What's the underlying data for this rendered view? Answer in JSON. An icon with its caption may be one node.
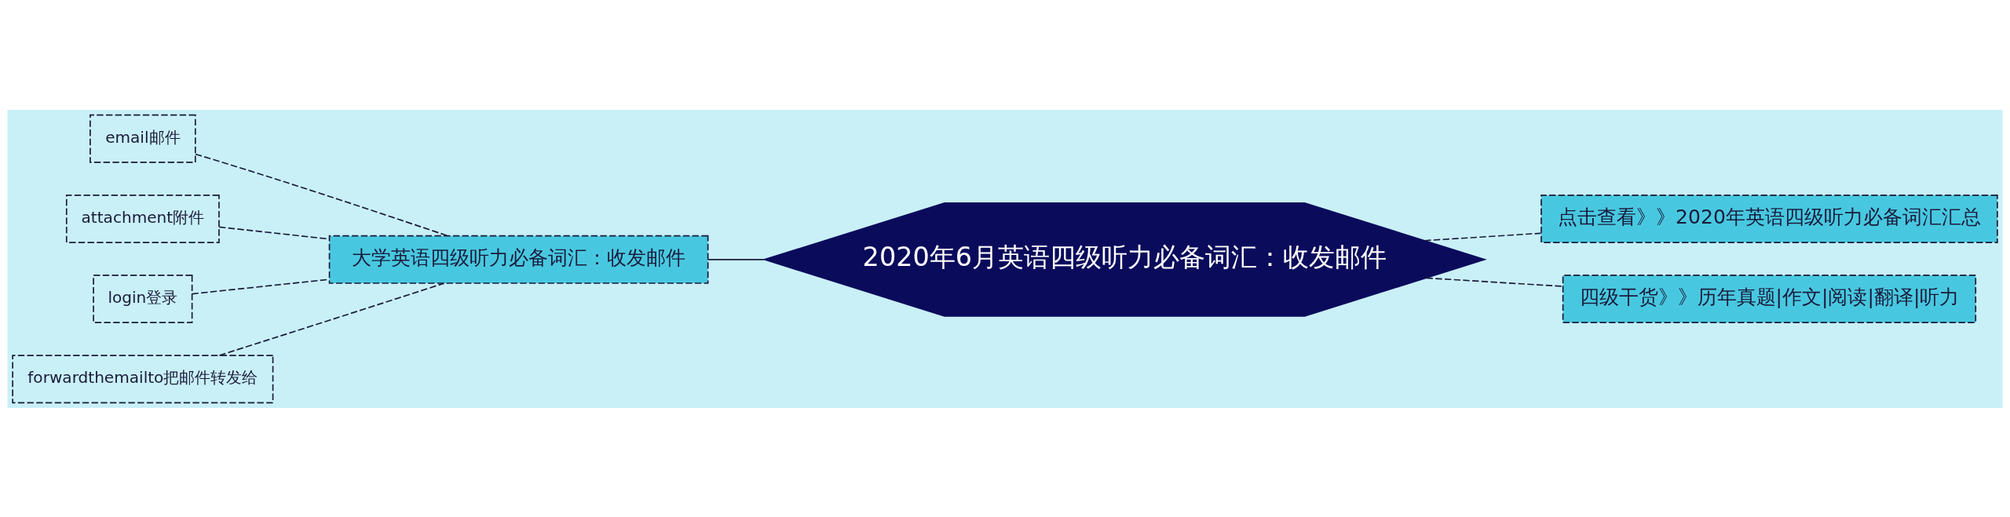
{
  "diagram": {
    "nodes": [
      {
        "text": [
          "2020年6月英语四级听力必备词汇：收发邮件"
        ]
      },
      {
        "text": [
          "大学英语四级听力必备词汇：收发邮件"
        ]
      },
      {
        "text": [
          "email邮件"
        ]
      },
      {
        "text": [
          "attachment附件"
        ]
      },
      {
        "text": [
          "login登录"
        ]
      },
      {
        "text": [
          "forwardthemailto把邮件转发给"
        ]
      },
      {
        "text": [
          "点击查看》》2020年英语四级听力必备词汇汇总"
        ]
      },
      {
        "text": [
          "四级干货》》历年真题|作文|阅读|翻译|听力"
        ]
      }
    ],
    "edges": [
      {
        "from": 0,
        "to": 1,
        "arrow": "none"
      },
      {
        "from": 1,
        "to": 2,
        "arrow": "none",
        "style": "dashed"
      },
      {
        "from": 1,
        "to": 3,
        "arrow": "none",
        "style": "dashed"
      },
      {
        "from": 1,
        "to": 4,
        "arrow": "none",
        "style": "dashed"
      },
      {
        "from": 1,
        "to": 5,
        "arrow": "none",
        "style": "dashed"
      },
      {
        "from": 0,
        "to": 6,
        "arrow": "none",
        "style": "dashed"
      },
      {
        "from": 0,
        "to": 7,
        "arrow": "none",
        "style": "dashed"
      }
    ]
  }
}
